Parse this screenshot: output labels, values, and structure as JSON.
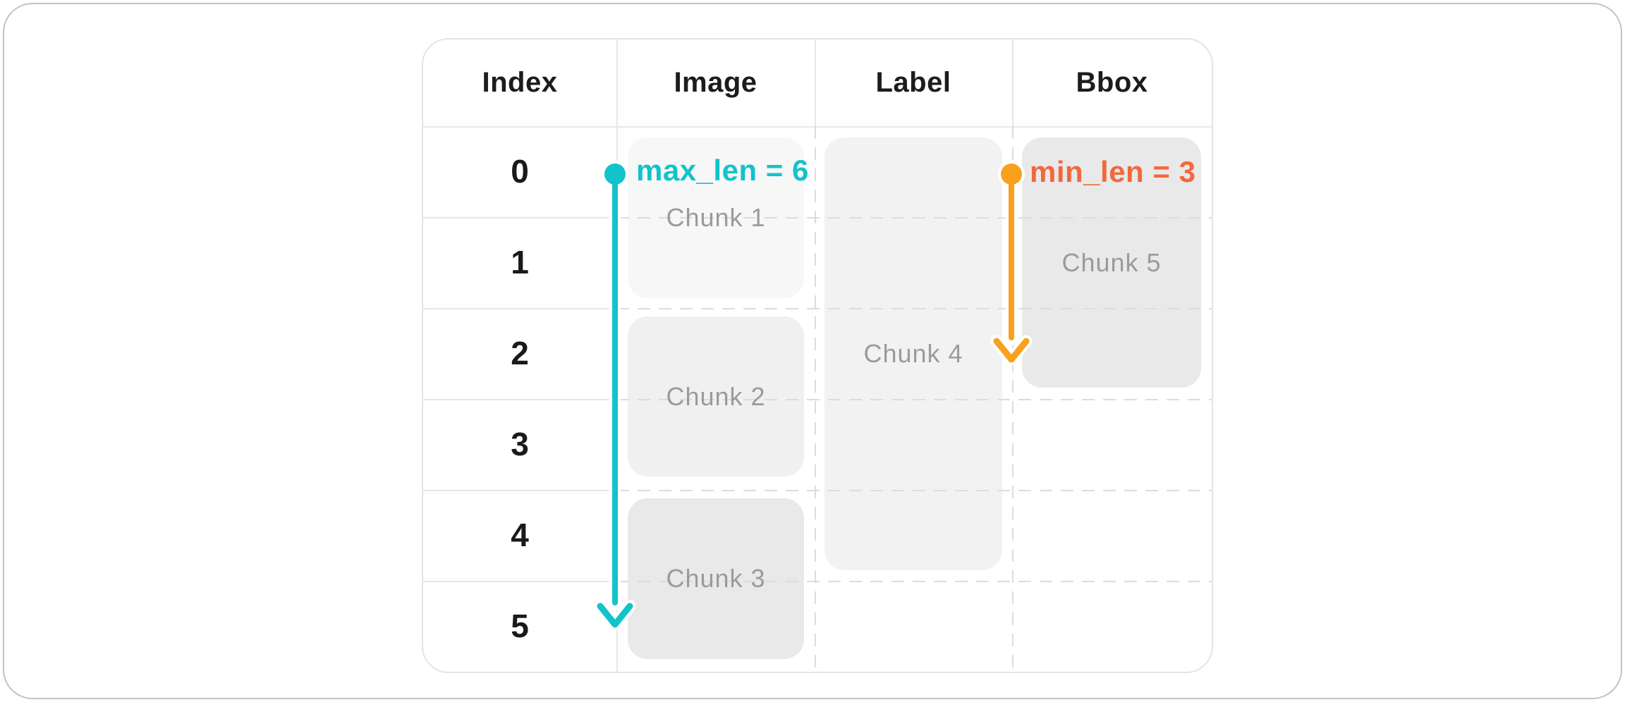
{
  "figure": {
    "description": "Dataset chunking diagram: table columns chunked between min_len and max_len row spans"
  },
  "table": {
    "headers": [
      "Index",
      "Image",
      "Label",
      "Bbox"
    ],
    "index_values": [
      "0",
      "1",
      "2",
      "3",
      "4",
      "5"
    ],
    "chunks": [
      {
        "label": "Chunk 1",
        "column": "Image",
        "rows": "0-1",
        "fill": "#f7f7f7"
      },
      {
        "label": "Chunk 2",
        "column": "Image",
        "rows": "2-3",
        "fill": "#f0f0f0"
      },
      {
        "label": "Chunk 3",
        "column": "Image",
        "rows": "4-5",
        "fill": "#e9e9e9"
      },
      {
        "label": "Chunk 4",
        "column": "Label",
        "rows": "0-4",
        "fill": "#f2f2f2"
      },
      {
        "label": "Chunk 5",
        "column": "Bbox",
        "rows": "0-2",
        "fill": "#e9e9e9"
      }
    ]
  },
  "annotations": {
    "max_len": {
      "label": "max_len = 6",
      "value": 6,
      "rows_spanned": 6,
      "text_color": "#12c3cb",
      "arrow_color": "#12c3cb"
    },
    "min_len": {
      "label": "min_len = 3",
      "value": 3,
      "rows_spanned": 3,
      "text_color": "#f2683c",
      "arrow_color": "#f9a01d"
    }
  },
  "colors": {
    "header_text": "#1c1c1c",
    "index_text": "#1a1a1a",
    "chunk_label_text": "#9b9b9b",
    "solid_grid_line": "#e7e7e7",
    "dashed_grid_line": "#dcdcdc",
    "table_border": "#e4e4e4",
    "outer_frame_border": "#c3c3c3",
    "background": "#ffffff"
  }
}
